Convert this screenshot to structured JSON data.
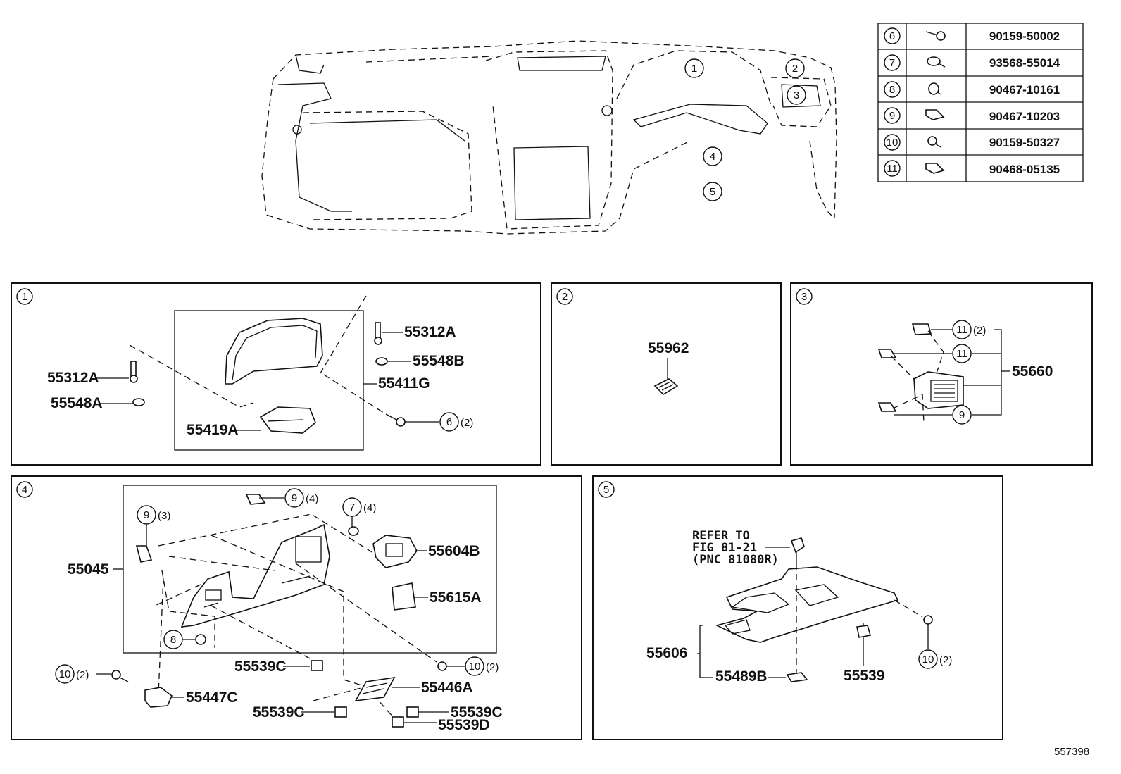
{
  "diagram": {
    "overview_callouts": [
      "1",
      "2",
      "3",
      "4",
      "5"
    ],
    "legend_table": {
      "rows": [
        {
          "ref": "6",
          "part_no": "90159-50002"
        },
        {
          "ref": "7",
          "part_no": "93568-55014"
        },
        {
          "ref": "8",
          "part_no": "90467-10161"
        },
        {
          "ref": "9",
          "part_no": "90467-10203"
        },
        {
          "ref": "10",
          "part_no": "90159-50327"
        },
        {
          "ref": "11",
          "part_no": "90468-05135"
        }
      ]
    },
    "panel1": {
      "number": "1",
      "labels": {
        "p55312A_left": "55312A",
        "p55548A": "55548A",
        "p55312A_right": "55312A",
        "p55548B": "55548B",
        "p55411G": "55411G",
        "p55419A": "55419A"
      },
      "callout6": "6",
      "callout6_qty": "(2)"
    },
    "panel2": {
      "number": "2",
      "labels": {
        "p55962": "55962"
      }
    },
    "panel3": {
      "number": "3",
      "labels": {
        "p55660": "55660"
      },
      "callout11a": "11",
      "callout11a_qty": "(2)",
      "callout11b": "11",
      "callout9": "9"
    },
    "panel4": {
      "number": "4",
      "labels": {
        "p55045": "55045",
        "p55604B": "55604B",
        "p55615A": "55615A",
        "p55539C_a": "55539C",
        "p55446A": "55446A",
        "p55447C": "55447C",
        "p55539C_b": "55539C",
        "p55539C_c": "55539C",
        "p55539D": "55539D"
      },
      "callout9_top": "9",
      "callout9_top_qty": "(4)",
      "callout9_left": "9",
      "callout9_left_qty": "(3)",
      "callout7": "7",
      "callout7_qty": "(4)",
      "callout8": "8",
      "callout10_right": "10",
      "callout10_right_qty": "(2)",
      "callout10_left": "10",
      "callout10_left_qty": "(2)"
    },
    "panel5": {
      "number": "5",
      "refer_line1": "REFER TO",
      "refer_line2": "FIG 81-21",
      "refer_line3": "(PNC 81080R)",
      "labels": {
        "p55606": "55606",
        "p55489B": "55489B",
        "p55539": "55539"
      },
      "callout10": "10",
      "callout10_qty": "(2)"
    },
    "figure_id": "557398"
  }
}
